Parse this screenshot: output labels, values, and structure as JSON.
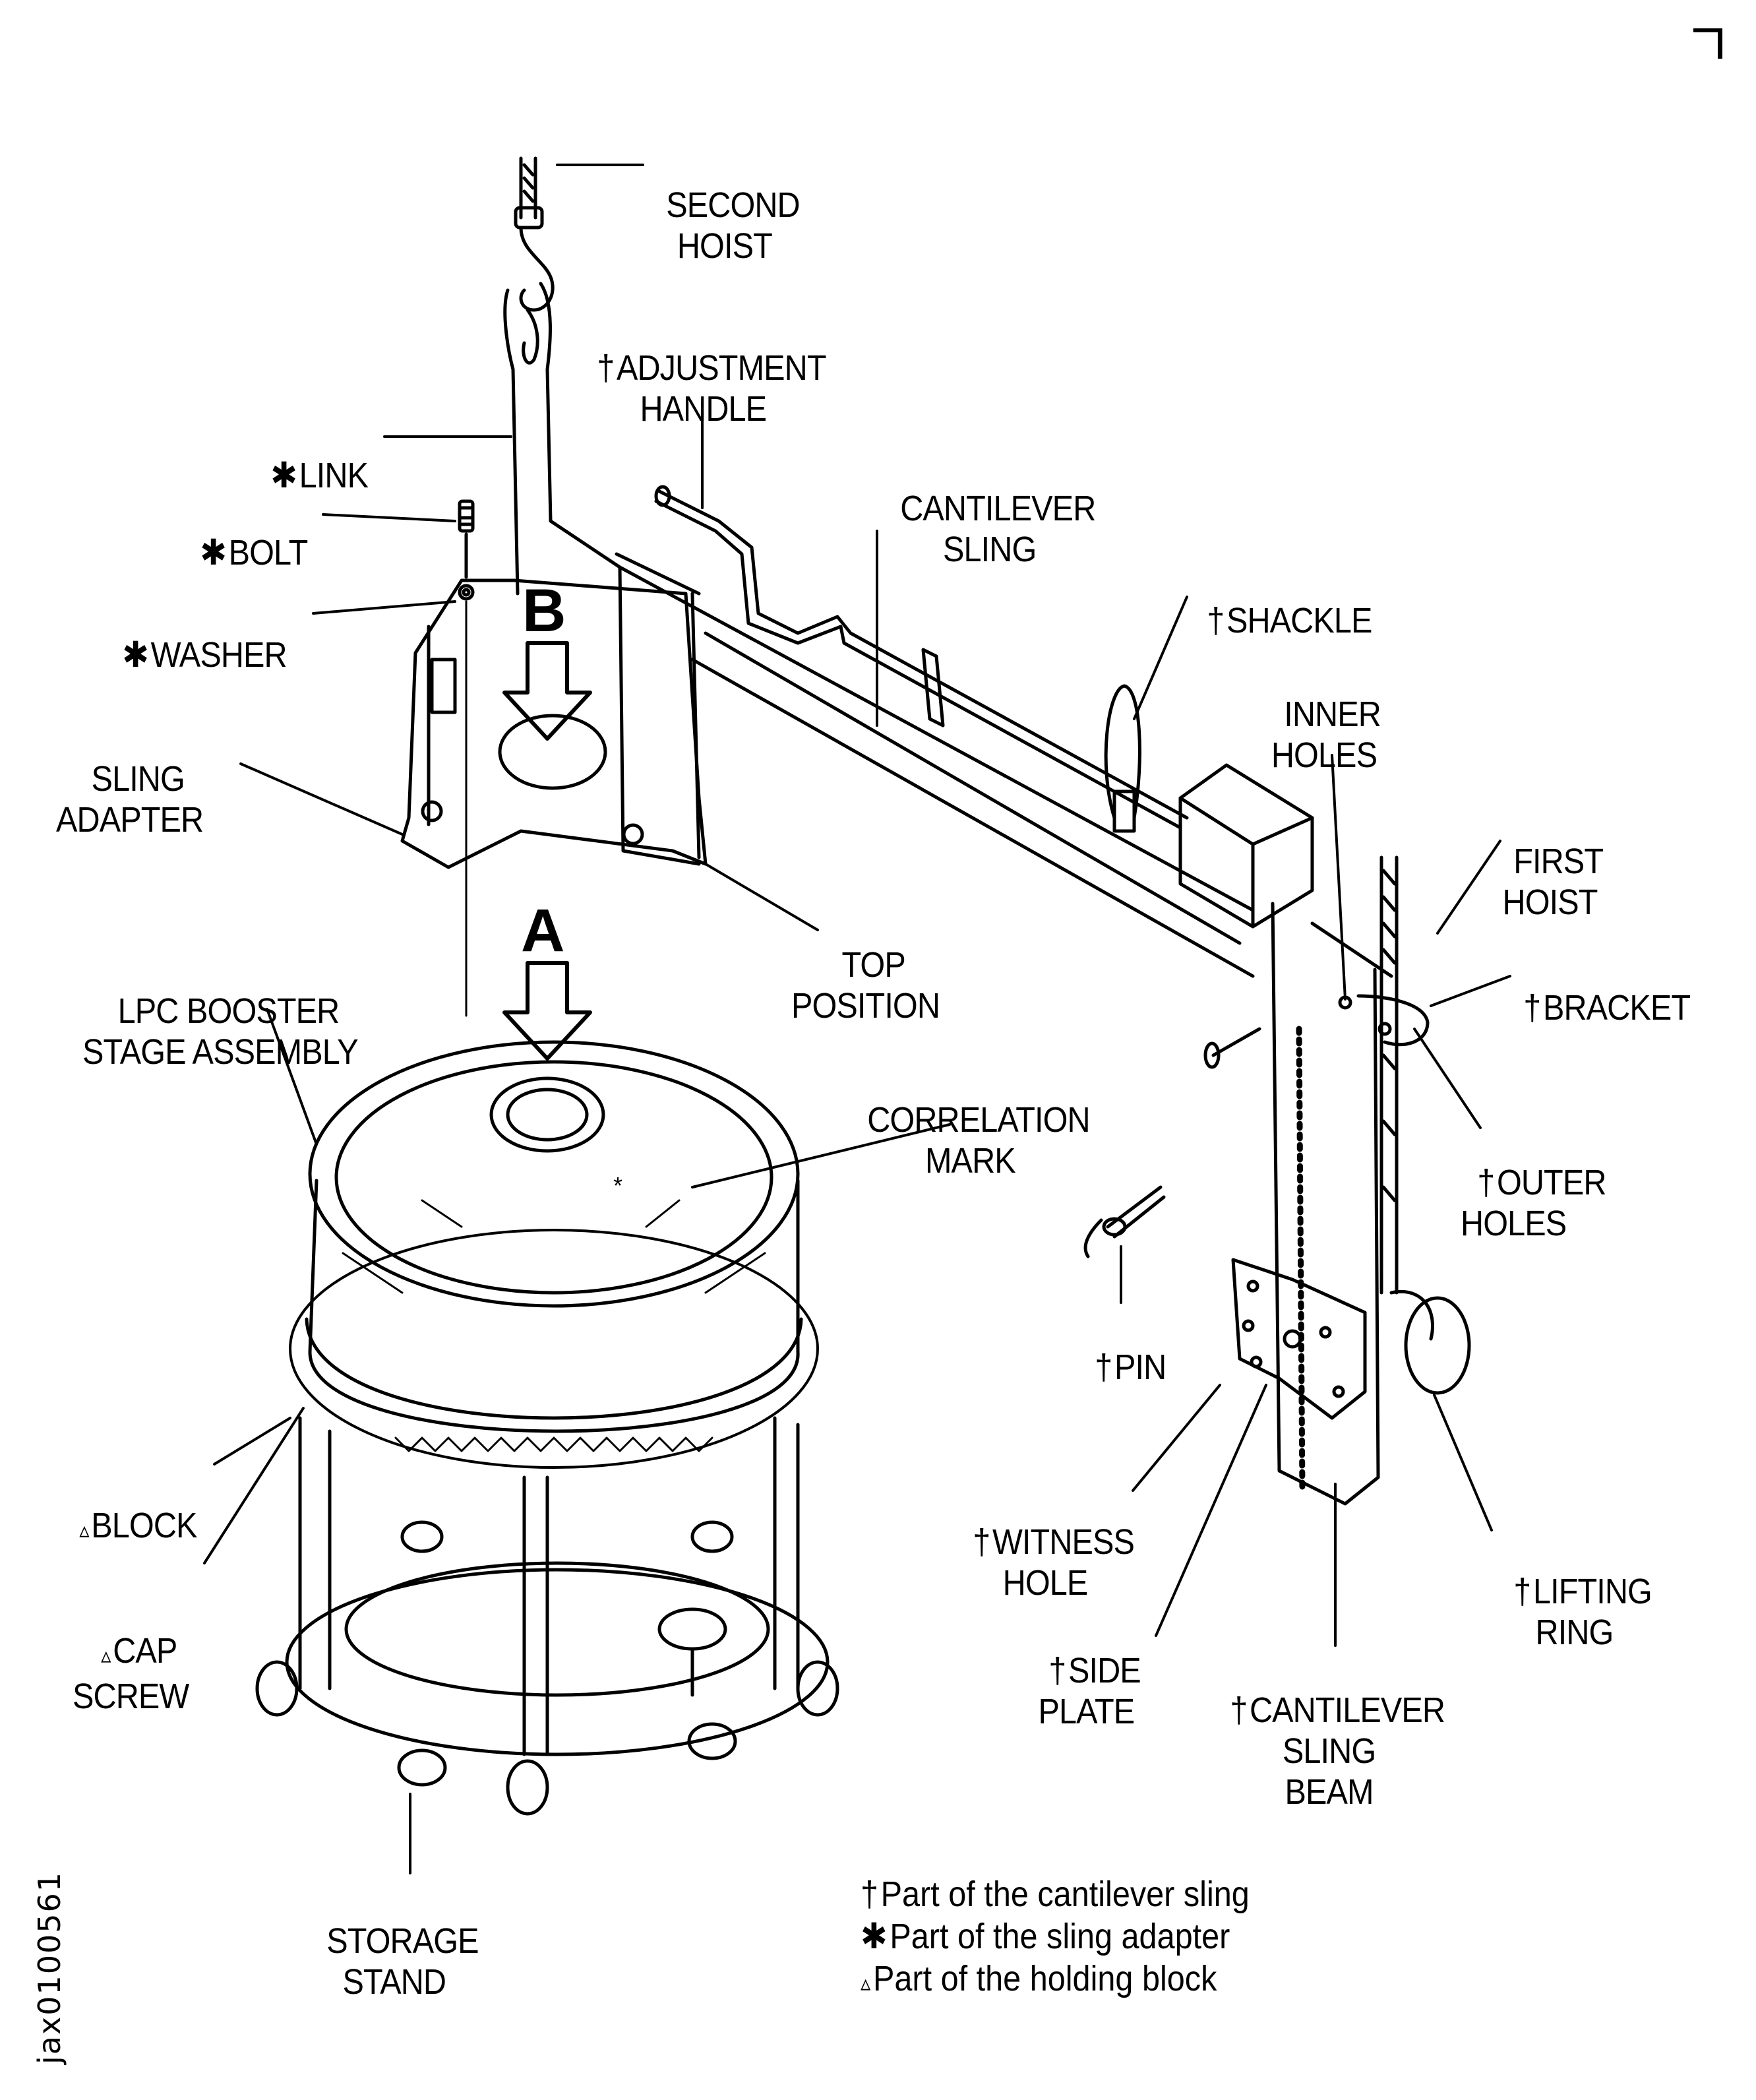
{
  "figure": {
    "figure_id": "jax0100561",
    "view_labels": [
      "A",
      "B"
    ],
    "symbols": {
      "dagger": "†",
      "asterisk": "✱",
      "triangle": "▵"
    }
  },
  "callouts": {
    "second_hoist": {
      "mark": "",
      "text": "SECOND\nHOIST"
    },
    "adjustment_handle": {
      "mark": "†",
      "text": "ADJUSTMENT\nHANDLE"
    },
    "link": {
      "mark": "✱",
      "text": "LINK"
    },
    "bolt": {
      "mark": "✱",
      "text": "BOLT"
    },
    "washer": {
      "mark": "✱",
      "text": "WASHER"
    },
    "cantilever_sling": {
      "mark": "",
      "text": "CANTILEVER\nSLING"
    },
    "shackle": {
      "mark": "†",
      "text": "SHACKLE"
    },
    "inner_holes": {
      "mark": "",
      "text": "INNER\nHOLES"
    },
    "first_hoist": {
      "mark": "",
      "text": "FIRST\nHOIST"
    },
    "bracket": {
      "mark": "†",
      "text": "BRACKET"
    },
    "sling_adapter": {
      "mark": "",
      "text": "SLING\nADAPTER"
    },
    "top_position": {
      "mark": "",
      "text": "TOP\nPOSITION"
    },
    "lpc_booster": {
      "mark": "",
      "text": "LPC BOOSTER\nSTAGE ASSEMBLY"
    },
    "correlation_mark": {
      "mark": "",
      "text": "CORRELATION\nMARK"
    },
    "outer_holes": {
      "mark": "†",
      "text": "OUTER\nHOLES"
    },
    "pin": {
      "mark": "†",
      "text": "PIN"
    },
    "witness_hole": {
      "mark": "†",
      "text": "WITNESS\nHOLE"
    },
    "lifting_ring": {
      "mark": "†",
      "text": "LIFTING\nRING"
    },
    "side_plate": {
      "mark": "†",
      "text": "SIDE\nPLATE"
    },
    "cantilever_sling_beam": {
      "mark": "†",
      "text": "CANTILEVER\nSLING\nBEAM"
    },
    "block": {
      "mark": "▵",
      "text": "BLOCK"
    },
    "cap_screw": {
      "mark": "▵",
      "text": "CAP\nSCREW"
    },
    "storage_stand": {
      "mark": "",
      "text": "STORAGE\nSTAND"
    }
  },
  "legend": [
    {
      "symbol": "†",
      "text": "Part of the cantilever sling"
    },
    {
      "symbol": "✱",
      "text": "Part of the sling adapter"
    },
    {
      "symbol": "▵",
      "text": "Part of the holding block"
    }
  ]
}
